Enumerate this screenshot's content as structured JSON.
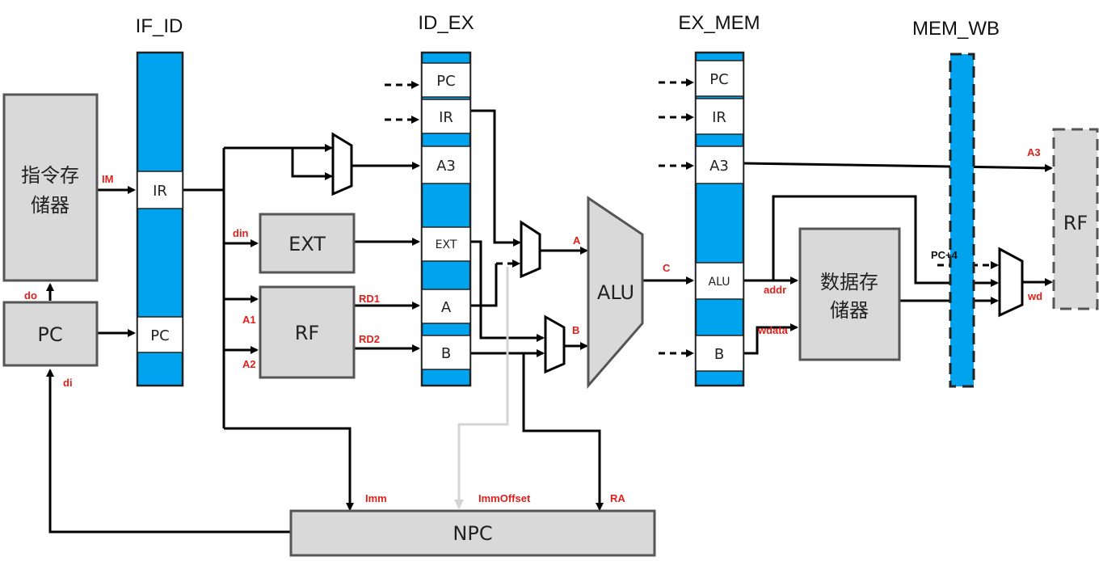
{
  "stages": {
    "if_id": "IF_ID",
    "id_ex": "ID_EX",
    "ex_mem": "EX_MEM",
    "mem_wb": "MEM_WB"
  },
  "blocks": {
    "im_line1": "指令存",
    "im_line2": "储器",
    "pc": "PC",
    "ext": "EXT",
    "rf": "RF",
    "alu": "ALU",
    "dm_line1": "数据存",
    "dm_line2": "储器",
    "rf_wb": "RF",
    "npc": "NPC"
  },
  "register_cells": {
    "if_id_ir": "IR",
    "if_id_pc": "PC",
    "id_ex_pc": "PC",
    "id_ex_ir": "IR",
    "id_ex_a3": "A3",
    "id_ex_ext": "EXT",
    "id_ex_a": "A",
    "id_ex_b": "B",
    "ex_mem_pc": "PC",
    "ex_mem_ir": "IR",
    "ex_mem_a3": "A3",
    "ex_mem_alu": "ALU",
    "ex_mem_b": "B"
  },
  "signals": {
    "im": "IM",
    "do": "do",
    "di": "di",
    "din": "din",
    "a1": "A1",
    "a2": "A2",
    "rd1": "RD1",
    "rd2": "RD2",
    "alu_a": "A",
    "alu_b": "B",
    "alu_c": "C",
    "addr": "addr",
    "wdata": "wdata",
    "a3_wb": "A3",
    "pc_plus_4": "PC+4",
    "wd": "wd",
    "imm": "Imm",
    "imm_offset": "ImmOffset",
    "ra": "RA"
  },
  "colors": {
    "pipeline_register": "#00a3ee",
    "block_fill": "#d9d9d9",
    "signal_label": "#e0201b",
    "npc_imm_offset_wire": "#d4d4d4"
  }
}
